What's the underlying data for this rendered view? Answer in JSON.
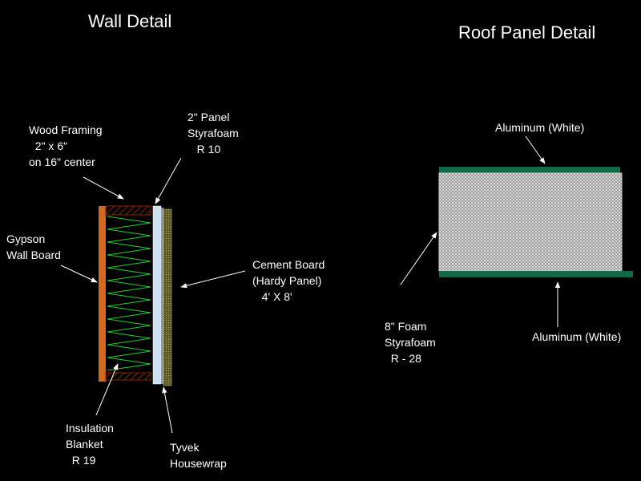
{
  "wall": {
    "title": "Wall Detail",
    "wood_framing": "Wood Framing\n  2\" x 6\"\non 16\" center",
    "panel_styrafoam": "2\" Panel\nStyrafoam\n   R 10",
    "gypson": "Gypson\nWall Board",
    "cement_board": "Cement Board\n(Hardy Panel)\n   4' X 8'",
    "insulation": "Insulation\nBlanket\n  R 19",
    "tyvek": "Tyvek\nHousewrap"
  },
  "roof": {
    "title": "Roof Panel Detail",
    "aluminum_top": "Aluminum (White)",
    "aluminum_bottom": "Aluminum (White)",
    "foam": "8\" Foam\nStyrafoam\n  R - 28"
  },
  "colors": {
    "gypsum": "#d2691e",
    "wood": "#8b2500",
    "insulation": "#22cc33",
    "styrafoam": "#cce0f0",
    "aluminum": "#0f6b47",
    "foam_fill": "#b8b8b8"
  }
}
